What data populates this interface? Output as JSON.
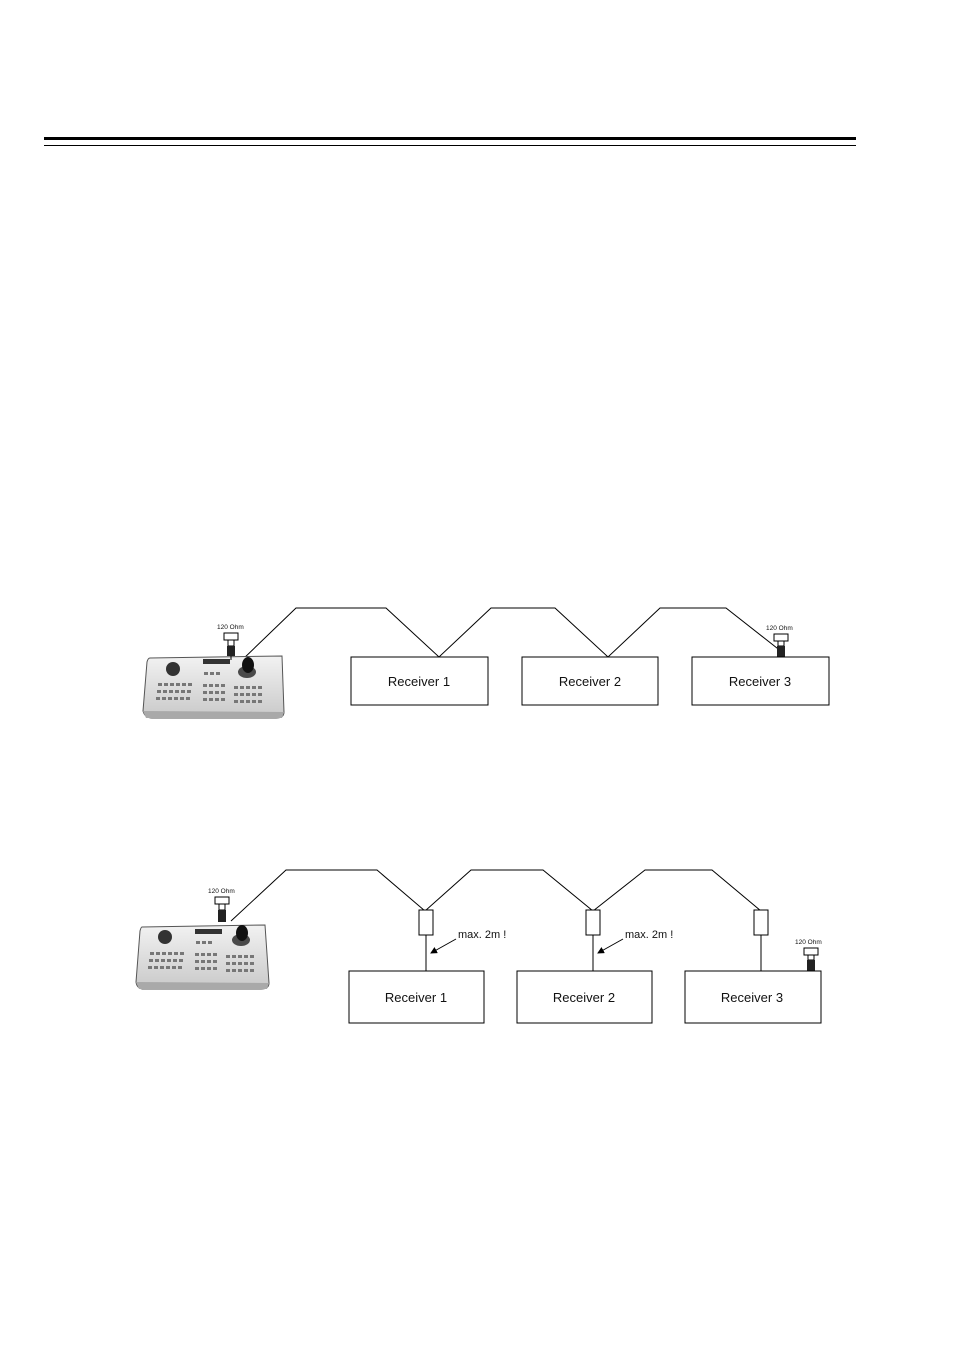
{
  "diagram_top": {
    "terminator_keyboard_label": "120 Ohm",
    "terminator_end_label": "120 Ohm",
    "receivers": [
      "Receiver 1",
      "Receiver 2",
      "Receiver 3"
    ]
  },
  "diagram_bottom": {
    "terminator_keyboard_label": "120 Ohm",
    "terminator_end_label": "120 Ohm",
    "receivers": [
      "Receiver 1",
      "Receiver 2",
      "Receiver 3"
    ],
    "stub_notes": [
      "max. 2m !",
      "max. 2m !"
    ]
  }
}
